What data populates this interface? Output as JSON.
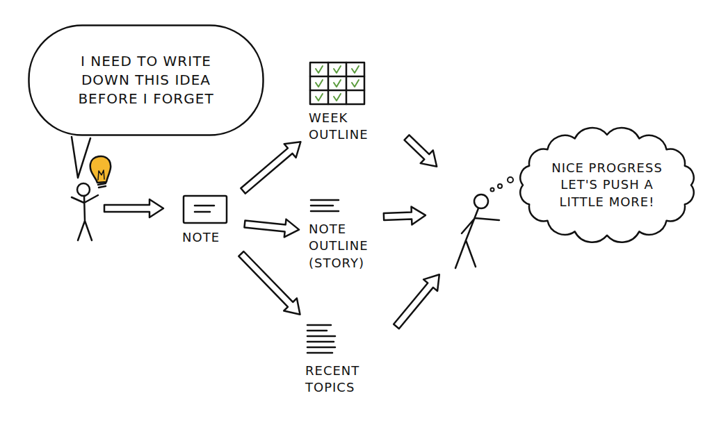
{
  "diagram": {
    "nodes": [
      {
        "text": [
          "I NEED TO WRITE DOWN THIS IDEA BEFORE I FORGET"
        ]
      },
      {
        "text": [
          "NOTE"
        ]
      },
      {
        "text": [
          "WEEK OUTLINE"
        ]
      },
      {
        "text": [
          "NOTE OUTLINE (STORY)"
        ]
      },
      {
        "text": [
          "RECENT TOPICS"
        ]
      },
      {
        "text": [
          "NICE PROGRESS LET'S PUSH A LITTLE MORE!"
        ]
      }
    ],
    "edges": [
      {
        "from": 1,
        "to": 2,
        "arrow": "to"
      },
      {
        "from": 1,
        "to": 3,
        "arrow": "to"
      },
      {
        "from": 1,
        "to": 4,
        "arrow": "to"
      }
    ]
  }
}
